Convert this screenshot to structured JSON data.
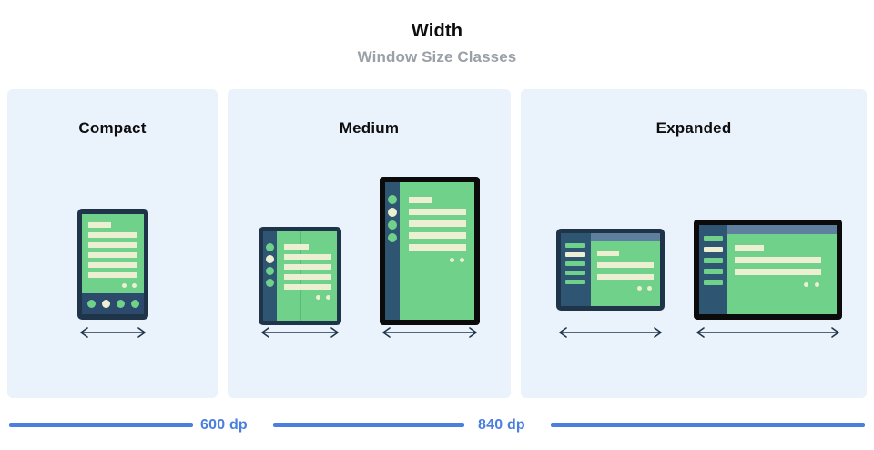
{
  "header": {
    "title": "Width",
    "subtitle": "Window Size Classes"
  },
  "panels": [
    {
      "id": "compact",
      "label": "Compact"
    },
    {
      "id": "medium",
      "label": "Medium"
    },
    {
      "id": "expanded",
      "label": "Expanded"
    }
  ],
  "breakpoints": [
    {
      "id": "bp-600",
      "label": "600 dp"
    },
    {
      "id": "bp-840",
      "label": "840 dp"
    }
  ],
  "devices": [
    {
      "id": "phone",
      "panel": "compact",
      "type": "phone-portrait",
      "frame": "navy"
    },
    {
      "id": "foldable",
      "panel": "medium",
      "type": "foldable-portrait",
      "frame": "navy"
    },
    {
      "id": "tablet-portrait",
      "panel": "medium",
      "type": "tablet-portrait",
      "frame": "black"
    },
    {
      "id": "tablet-landscape-small",
      "panel": "expanded",
      "type": "tablet-landscape",
      "frame": "navy"
    },
    {
      "id": "tablet-landscape-large",
      "panel": "expanded",
      "type": "tablet-landscape",
      "frame": "black"
    }
  ],
  "colors": {
    "panel_background": "#EAF2FC",
    "page_background": "#FFFFFF",
    "screen_green": "#6FD18A",
    "content_cream": "#EDEFD2",
    "frame_navy": "#1F3449",
    "frame_black": "#0B0B0B",
    "rail_blue": "#2E5571",
    "title_bar_blue": "#5E7F9E",
    "accent_blue": "#4A7FE0",
    "title_text": "#0D0D0D",
    "subtitle_text": "#9AA0A6"
  },
  "icons": {
    "width_arrow": "double-headed-horizontal-arrow"
  }
}
